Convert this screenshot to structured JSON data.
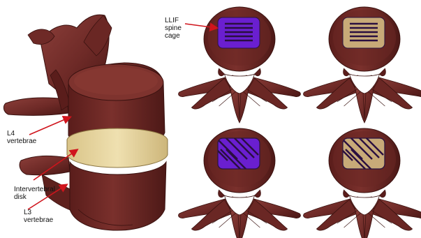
{
  "labels": {
    "cage": "LLIF\nspine\ncage",
    "l4": "L4\nvertebrae",
    "disk": "Intervertebral\ndisk",
    "l3": "L3\nvertebrae"
  },
  "colors": {
    "bone": "#6e2a27",
    "bone_dark": "#4a1715",
    "bone_light": "#8c3f3a",
    "disk": "#e9d9a6",
    "cage_purple": "#6a1fd0",
    "cage_tan": "#c8aa78",
    "arrow": "#d0141c"
  },
  "cages": [
    {
      "id": "top-left",
      "material": "purple",
      "pattern": "horizontal"
    },
    {
      "id": "top-right",
      "material": "tan",
      "pattern": "horizontal"
    },
    {
      "id": "bottom-left",
      "material": "purple",
      "pattern": "diagonal"
    },
    {
      "id": "bottom-right",
      "material": "tan",
      "pattern": "diagonal"
    }
  ]
}
